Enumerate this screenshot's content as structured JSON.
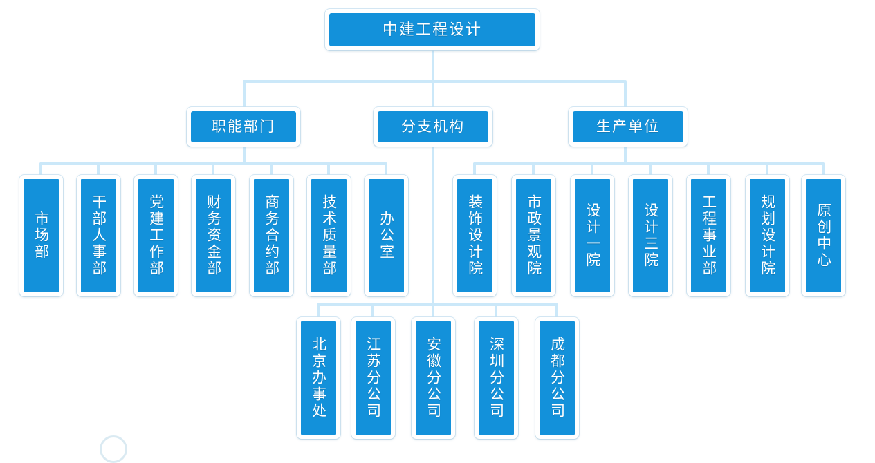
{
  "chart": {
    "title_text": "中建工程设计",
    "colors": {
      "node_fill": "#1391da",
      "node_frame": "#ffffff",
      "connector": "#cbe8f9",
      "label_text": "#ffffff",
      "background": "#ffffff"
    }
  },
  "root": {
    "label": "中建工程设计"
  },
  "level2": [
    {
      "label": "职能部门"
    },
    {
      "label": "分支机构"
    },
    {
      "label": "生产单位"
    }
  ],
  "functional_departments": [
    {
      "label": "市场部"
    },
    {
      "label": "干部人事部"
    },
    {
      "label": "党建工作部"
    },
    {
      "label": "财务资金部"
    },
    {
      "label": "商务合约部"
    },
    {
      "label": "技术质量部"
    },
    {
      "label": "办公室"
    }
  ],
  "production_units": [
    {
      "label": "装饰设计院"
    },
    {
      "label": "市政景观院"
    },
    {
      "label": "设计一院"
    },
    {
      "label": "设计三院"
    },
    {
      "label": "工程事业部"
    },
    {
      "label": "规划设计院"
    },
    {
      "label": "原创中心"
    }
  ],
  "branch_offices": [
    {
      "label": "北京办事处"
    },
    {
      "label": "江苏分公司"
    },
    {
      "label": "安徽分公司"
    },
    {
      "label": "深圳分公司"
    },
    {
      "label": "成都分公司"
    }
  ]
}
